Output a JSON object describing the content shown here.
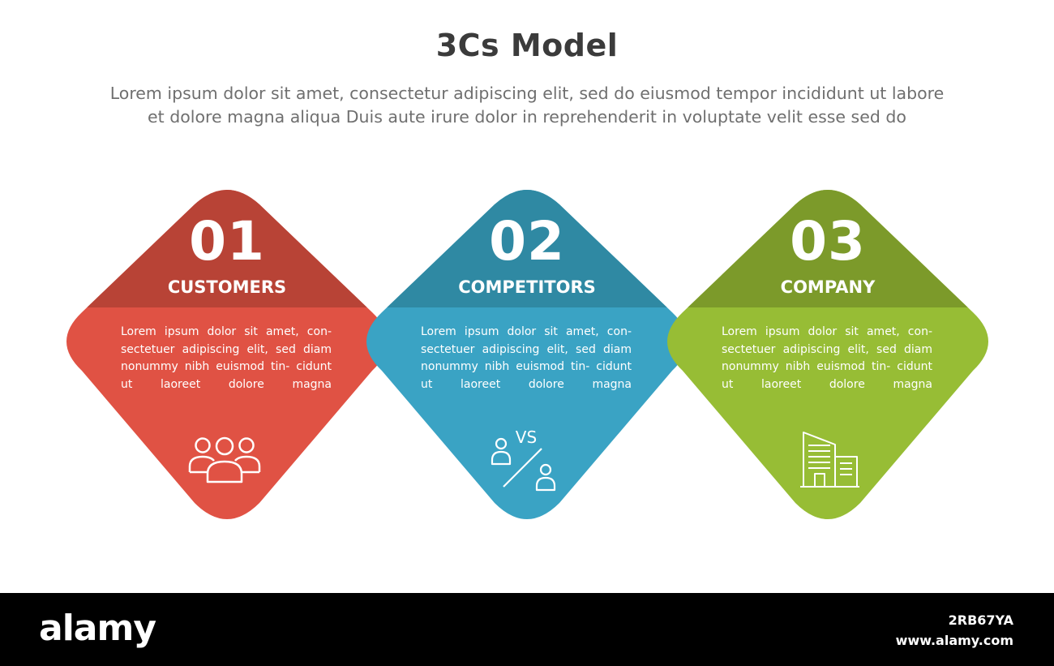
{
  "header": {
    "title": "3Cs Model",
    "subtitle_line1": "Lorem ipsum dolor sit amet, consectetur adipiscing elit, sed do eiusmod tempor incididunt ut labore",
    "subtitle_line2": "et dolore magna aliqua Duis aute irure dolor in reprehenderit in voluptate velit esse sed do"
  },
  "colors": {
    "customers_top": "#b84336",
    "customers_bottom": "#e05244",
    "competitors_top": "#2f89a3",
    "competitors_bottom": "#3aa3c4",
    "company_top": "#7c9a2a",
    "company_bottom": "#97bd35"
  },
  "cards": [
    {
      "number": "01",
      "label": "CUSTOMERS",
      "text": "Lorem ipsum dolor sit amet, con- sectetuer adipiscing elit, sed diam nonummy nibh euismod tin- cidunt ut laoreet dolore magna",
      "icon": "people-group-icon"
    },
    {
      "number": "02",
      "label": "COMPETITORS",
      "text": "Lorem ipsum dolor sit amet, con- sectetuer adipiscing elit, sed diam nonummy nibh euismod tin- cidunt ut laoreet dolore magna",
      "icon": "versus-icon",
      "icon_text": "VS"
    },
    {
      "number": "03",
      "label": "COMPANY",
      "text": "Lorem ipsum dolor sit amet, con- sectetuer adipiscing elit, sed diam nonummy nibh euismod tin- cidunt ut laoreet dolore magna",
      "icon": "building-icon"
    }
  ],
  "footer": {
    "brand": "alamy",
    "image_id": "2RB67YA",
    "site": "www.alamy.com"
  }
}
